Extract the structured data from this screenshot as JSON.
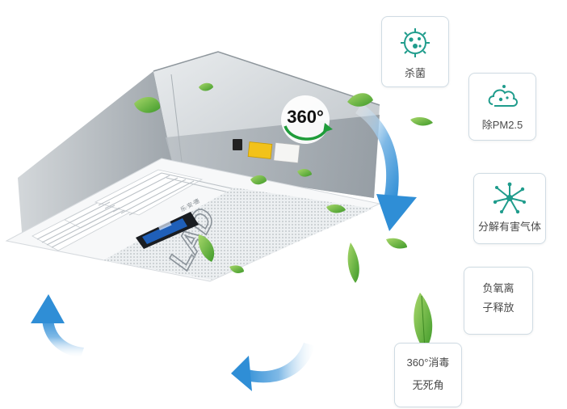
{
  "badge": {
    "text": "360°"
  },
  "panel": {
    "brand": "LAD",
    "small_print": "乐·安·德"
  },
  "features": [
    {
      "label_lines": [
        "杀菌"
      ],
      "icon": "bacteria-icon"
    },
    {
      "label_lines": [
        "除PM2.5"
      ],
      "icon": "particle-cloud-icon"
    },
    {
      "label_lines": [
        "分解有害气体"
      ],
      "icon": "molecule-burst-icon"
    },
    {
      "label_lines": [
        "负氧离",
        "子释放"
      ],
      "icon": "none"
    },
    {
      "label_lines": [
        "360°消毒",
        "无死角"
      ],
      "icon": "none"
    }
  ],
  "colors": {
    "accent": "#2f8ed6",
    "leaf": "#6ab73f",
    "icon_green": "#1f9c8c",
    "card_border": "#cfdbe3",
    "housing": "#c9cdd1"
  }
}
